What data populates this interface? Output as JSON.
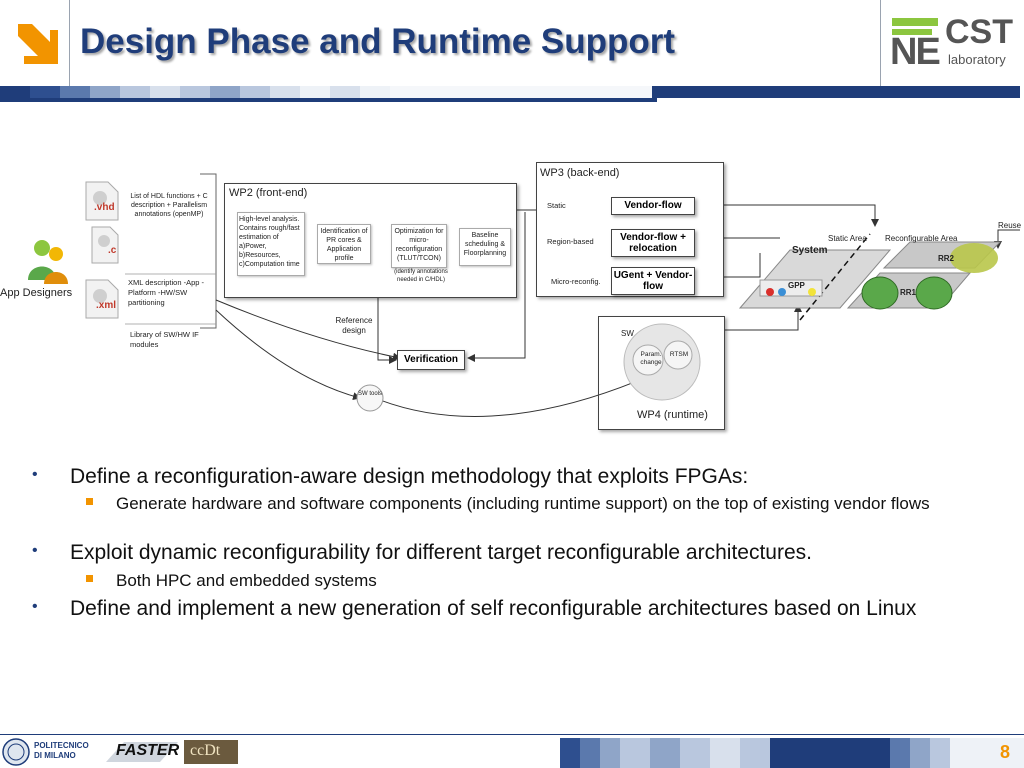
{
  "header": {
    "title": "Design Phase and Runtime Support",
    "logo_text_top": "NE",
    "logo_text_cst": "CST",
    "logo_text_lab": "laboratory"
  },
  "diagram": {
    "actor_label": "App Designers",
    "input_texts": {
      "functions": "List of HDL functions + C description + Parallelism annotations (openMP)",
      "xml": "XML description -App -Platform -HW/SW partitioning",
      "library": "Library of SW/HW IF modules"
    },
    "file_labels": {
      "vhd": ".vhd",
      "c": ".c",
      "xml": ".xml"
    },
    "wp2": {
      "title": "WP2 (front-end)",
      "box1": "High-level analysis. Contains rough/fast estimation of a)Power, b)Resources, c)Computation time",
      "box2": "Identification of PR cores & Application profile",
      "box3": "Optimization for micro-reconfiguration (TLUT/TCON)",
      "box3_note": "(identify annotations needed in C/HDL)",
      "box4": "Baseline scheduling & Floorplanning"
    },
    "wp3": {
      "title": "WP3 (back-end)",
      "static": "Static",
      "region": "Region-based",
      "micro": "Micro-reconfig.",
      "vendor_flow": "Vendor-flow",
      "vendor_reloc": "Vendor-flow + relocation",
      "ugent": "UGent + Vendor-flow"
    },
    "system": {
      "label": "System",
      "static_area": "Static Area",
      "reconf_area": "Reconfigurable Area",
      "reuse": "Reuse",
      "gpp": "GPP",
      "rr1": "RR1",
      "rr2": "RR2"
    },
    "wp4": {
      "title": "WP4 (runtime)",
      "sw": "SW",
      "param": "Param. change",
      "rtsm": "RTSM"
    },
    "reference_design": "Reference design",
    "verification": "Verification",
    "sw_tools": "SW tools"
  },
  "bullets": [
    {
      "text": "Define a reconfiguration-aware design methodology that exploits FPGAs:",
      "sub": [
        "Generate hardware and software components (including runtime support) on the top of existing vendor flows"
      ]
    },
    {
      "text": "Exploit dynamic reconfigurability for different target reconfigurable architectures.",
      "sub": [
        "Both HPC and embedded systems"
      ]
    },
    {
      "text": "Define and implement a new generation of self reconfigurable architectures based on Linux",
      "sub": []
    }
  ],
  "footer": {
    "polimi_line1": "POLITECNICO",
    "polimi_line2": "DI MILANO",
    "faster": "FASTER",
    "ccdt": "ccDt",
    "page_number": "8"
  },
  "colors": {
    "title": "#1f3d7a",
    "accent_orange": "#f29400",
    "nav_dark": "#1f3d7a",
    "logo_green": "#8cc63f"
  }
}
